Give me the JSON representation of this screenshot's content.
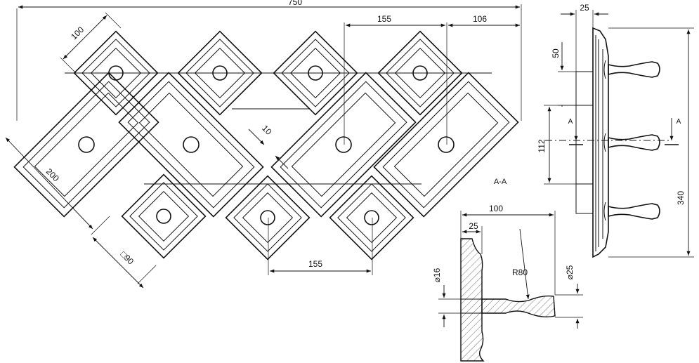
{
  "dimensions": {
    "overall_width": "750",
    "pitch_top": "155",
    "offset_right": "106",
    "small_tile_width": "100",
    "gap": "10",
    "large_tile_length": "200",
    "small_square": "□90",
    "pitch_bottom": "155",
    "side_thickness": "25",
    "side_top_offset": "50",
    "side_hook_spacing": "112",
    "side_height": "340",
    "hook_length": "100",
    "hook_base": "25",
    "hook_dia_small": "⌀16",
    "hook_radius": "R80",
    "hook_dia_end": "⌀25"
  },
  "labels": {
    "section_name": "A-A",
    "section_mark_left": "A",
    "section_mark_right": "A"
  }
}
